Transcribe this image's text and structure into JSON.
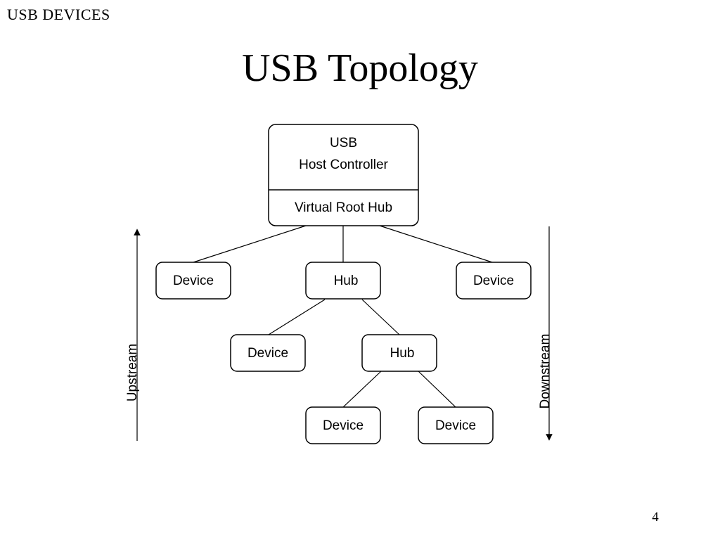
{
  "header": {
    "label": "USB DEVICES"
  },
  "title": "USB Topology",
  "page_number": "4",
  "diagram": {
    "host_controller": {
      "line1": "USB",
      "line2": "Host Controller",
      "root_hub_label": "Virtual Root Hub"
    },
    "nodes": {
      "device_left": "Device",
      "hub_top": "Hub",
      "device_right": "Device",
      "device_mid": "Device",
      "hub_lower": "Hub",
      "device_bottom_left": "Device",
      "device_bottom_right": "Device"
    },
    "arrows": {
      "upstream": "Upstream",
      "downstream": "Downstream"
    }
  }
}
